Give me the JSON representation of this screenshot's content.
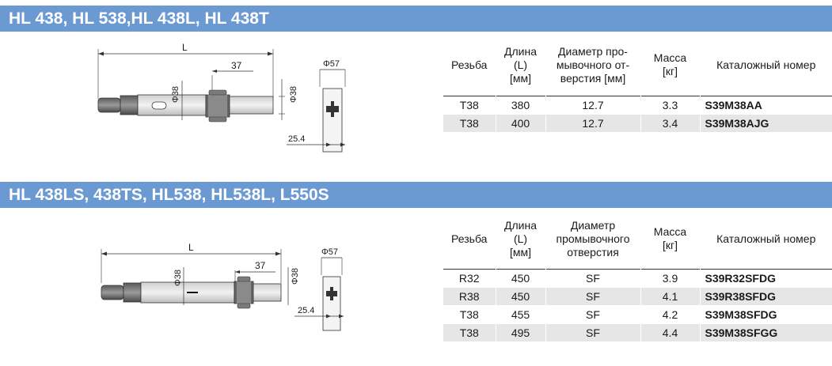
{
  "section1": {
    "title": "HL 438, HL 538,HL 438L, HL 438T",
    "drawing": {
      "length_label": "L",
      "shank_dia": "Φ38",
      "dim_37": "37",
      "end_dia": "Φ38",
      "flange_dia": "Φ57",
      "flange_dist": "25.4"
    },
    "headers": {
      "thread": "Резьба",
      "length": [
        "Длина",
        "(L)",
        "[мм]"
      ],
      "flush": [
        "Диаметр про-",
        "мывочного от-",
        "верстия [мм]"
      ],
      "mass": [
        "Масса",
        "[кг]"
      ],
      "catalog": "Каталожный номер"
    },
    "rows": [
      {
        "thread": "T38",
        "length": "380",
        "flush": "12.7",
        "mass": "3.3",
        "catalog": "S39M38AA"
      },
      {
        "thread": "T38",
        "length": "400",
        "flush": "12.7",
        "mass": "3.4",
        "catalog": "S39M38AJG"
      }
    ]
  },
  "section2": {
    "title": "HL 438LS, 438TS, HL538, HL538L, L550S",
    "drawing": {
      "length_label": "L",
      "shank_dia": "Φ38",
      "dim_37": "37",
      "end_dia": "Φ38",
      "flange_dia": "Φ57",
      "flange_dist": "25.4"
    },
    "headers": {
      "thread": "Резьба",
      "length": [
        "Длина",
        "(L)",
        "[мм]"
      ],
      "flush": [
        "Диаметр",
        "промывочного",
        "отверстия"
      ],
      "mass": [
        "Масса",
        "[кг]"
      ],
      "catalog": "Каталожный номер"
    },
    "rows": [
      {
        "thread": "R32",
        "length": "450",
        "flush": "SF",
        "mass": "3.9",
        "catalog": "S39R32SFDG"
      },
      {
        "thread": "R38",
        "length": "450",
        "flush": "SF",
        "mass": "4.1",
        "catalog": "S39R38SFDG"
      },
      {
        "thread": "T38",
        "length": "455",
        "flush": "SF",
        "mass": "4.2",
        "catalog": "S39M38SFDG"
      },
      {
        "thread": "T38",
        "length": "495",
        "flush": "SF",
        "mass": "4.4",
        "catalog": "S39M38SFGG"
      }
    ]
  }
}
